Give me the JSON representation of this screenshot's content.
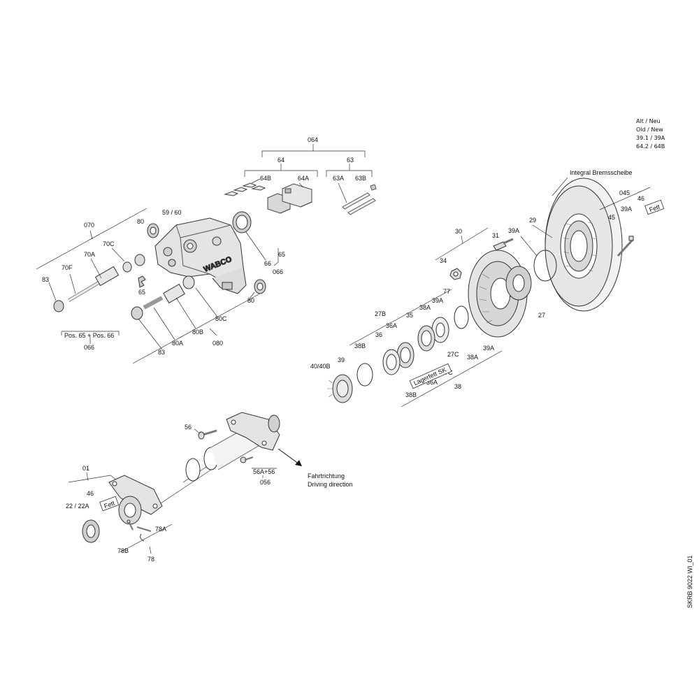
{
  "legend": {
    "line1": "Alt / Neu",
    "line2": "Old / New",
    "line3": "39.1 / 39A",
    "line4": "64.2 / 64B"
  },
  "drawing_id": "SKRB 9022 WI_01",
  "direction": {
    "line1": "Fahrtrichtung",
    "line2": "Driving direction"
  },
  "disc_title": "Integral Bremsscheibe",
  "brand_mark": "WABCO",
  "notes": {
    "fett_1": "Fett",
    "fett_2": "Fett",
    "lagerfett": "Lagerfett SK",
    "pos_65_66": "Pos. 65 + Pos. 66"
  },
  "labels": {
    "l064": "064",
    "l64": "64",
    "l63": "63",
    "l64B": "64B",
    "l64A": "64A",
    "l63A": "63A",
    "l63B": "63B",
    "l5960": "59 / 60",
    "l80a": "80",
    "l070": "070",
    "l70C": "70C",
    "l70A": "70A",
    "l70F": "70F",
    "l83a": "83",
    "l65a": "65",
    "l65b": "65",
    "l66": "66",
    "l066a": "066",
    "l80b": "80",
    "l80C": "80C",
    "l80B": "80B",
    "l80A": "80A",
    "l83b": "83",
    "l080": "080",
    "l066b": "066",
    "l30": "30",
    "l39Aa": "39A",
    "l29": "29",
    "l045": "045",
    "l46a": "46",
    "l39Ab": "39A",
    "l45": "45",
    "l31": "31",
    "l34": "34",
    "l27": "27",
    "l77": "77",
    "l39Ac": "39A",
    "l27B": "27B",
    "l38Aa": "38A",
    "l35": "35",
    "l36Aa": "36A",
    "l36": "36",
    "l38B": "38B",
    "l39": "39",
    "l4040B": "40/40B",
    "l27Ca": "27C",
    "l39Ad": "39A",
    "l38Ab": "38A",
    "l27Cb": "27C",
    "l36Ab": "36A",
    "l38": "38",
    "l38Bb": "38B",
    "l56": "56",
    "l56A56": "56A+56",
    "l056": "056",
    "l01": "01",
    "l46b": "46",
    "l2222A": "22 / 22A",
    "l78A": "78A",
    "l78B": "78B",
    "l78": "78"
  }
}
